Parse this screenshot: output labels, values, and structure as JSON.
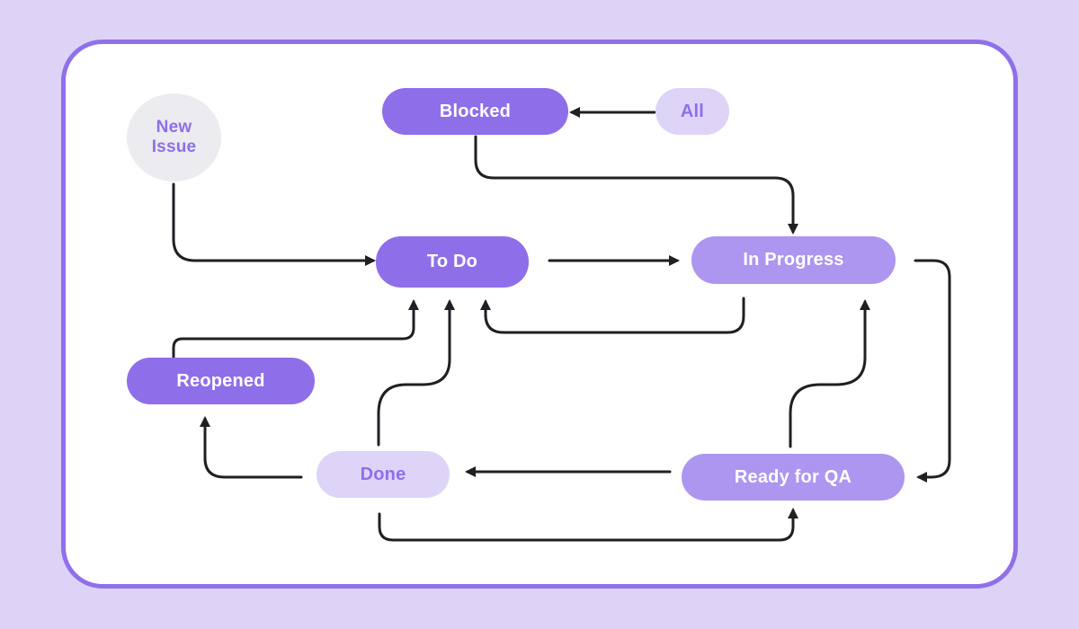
{
  "diagram": {
    "nodes": {
      "new_issue": {
        "label_line1": "New",
        "label_line2": "Issue"
      },
      "blocked": {
        "label": "Blocked"
      },
      "all": {
        "label": "All"
      },
      "todo": {
        "label": "To Do"
      },
      "in_progress": {
        "label": "In Progress"
      },
      "reopened": {
        "label": "Reopened"
      },
      "done": {
        "label": "Done"
      },
      "ready_for_qa": {
        "label": "Ready for QA"
      }
    },
    "transitions": [
      {
        "from": "All",
        "to": "Blocked"
      },
      {
        "from": "Blocked",
        "to": "In Progress"
      },
      {
        "from": "New Issue",
        "to": "To Do"
      },
      {
        "from": "To Do",
        "to": "In Progress"
      },
      {
        "from": "In Progress",
        "to": "To Do"
      },
      {
        "from": "In Progress",
        "to": "Ready for QA"
      },
      {
        "from": "Ready for QA",
        "to": "In Progress"
      },
      {
        "from": "Ready for QA",
        "to": "Done"
      },
      {
        "from": "Done",
        "to": "Ready for QA"
      },
      {
        "from": "Done",
        "to": "To Do"
      },
      {
        "from": "Done",
        "to": "Reopened"
      },
      {
        "from": "Reopened",
        "to": "To Do"
      }
    ],
    "colors": {
      "page_background": "#ddd3f7",
      "card_background": "#ffffff",
      "card_border": "#8f70ea",
      "node_dark": "#8f6ee9",
      "node_mid": "#ad96f0",
      "node_pale": "#ddd4f8",
      "node_start": "#ebebf0",
      "arrow": "#1f1f24"
    }
  }
}
